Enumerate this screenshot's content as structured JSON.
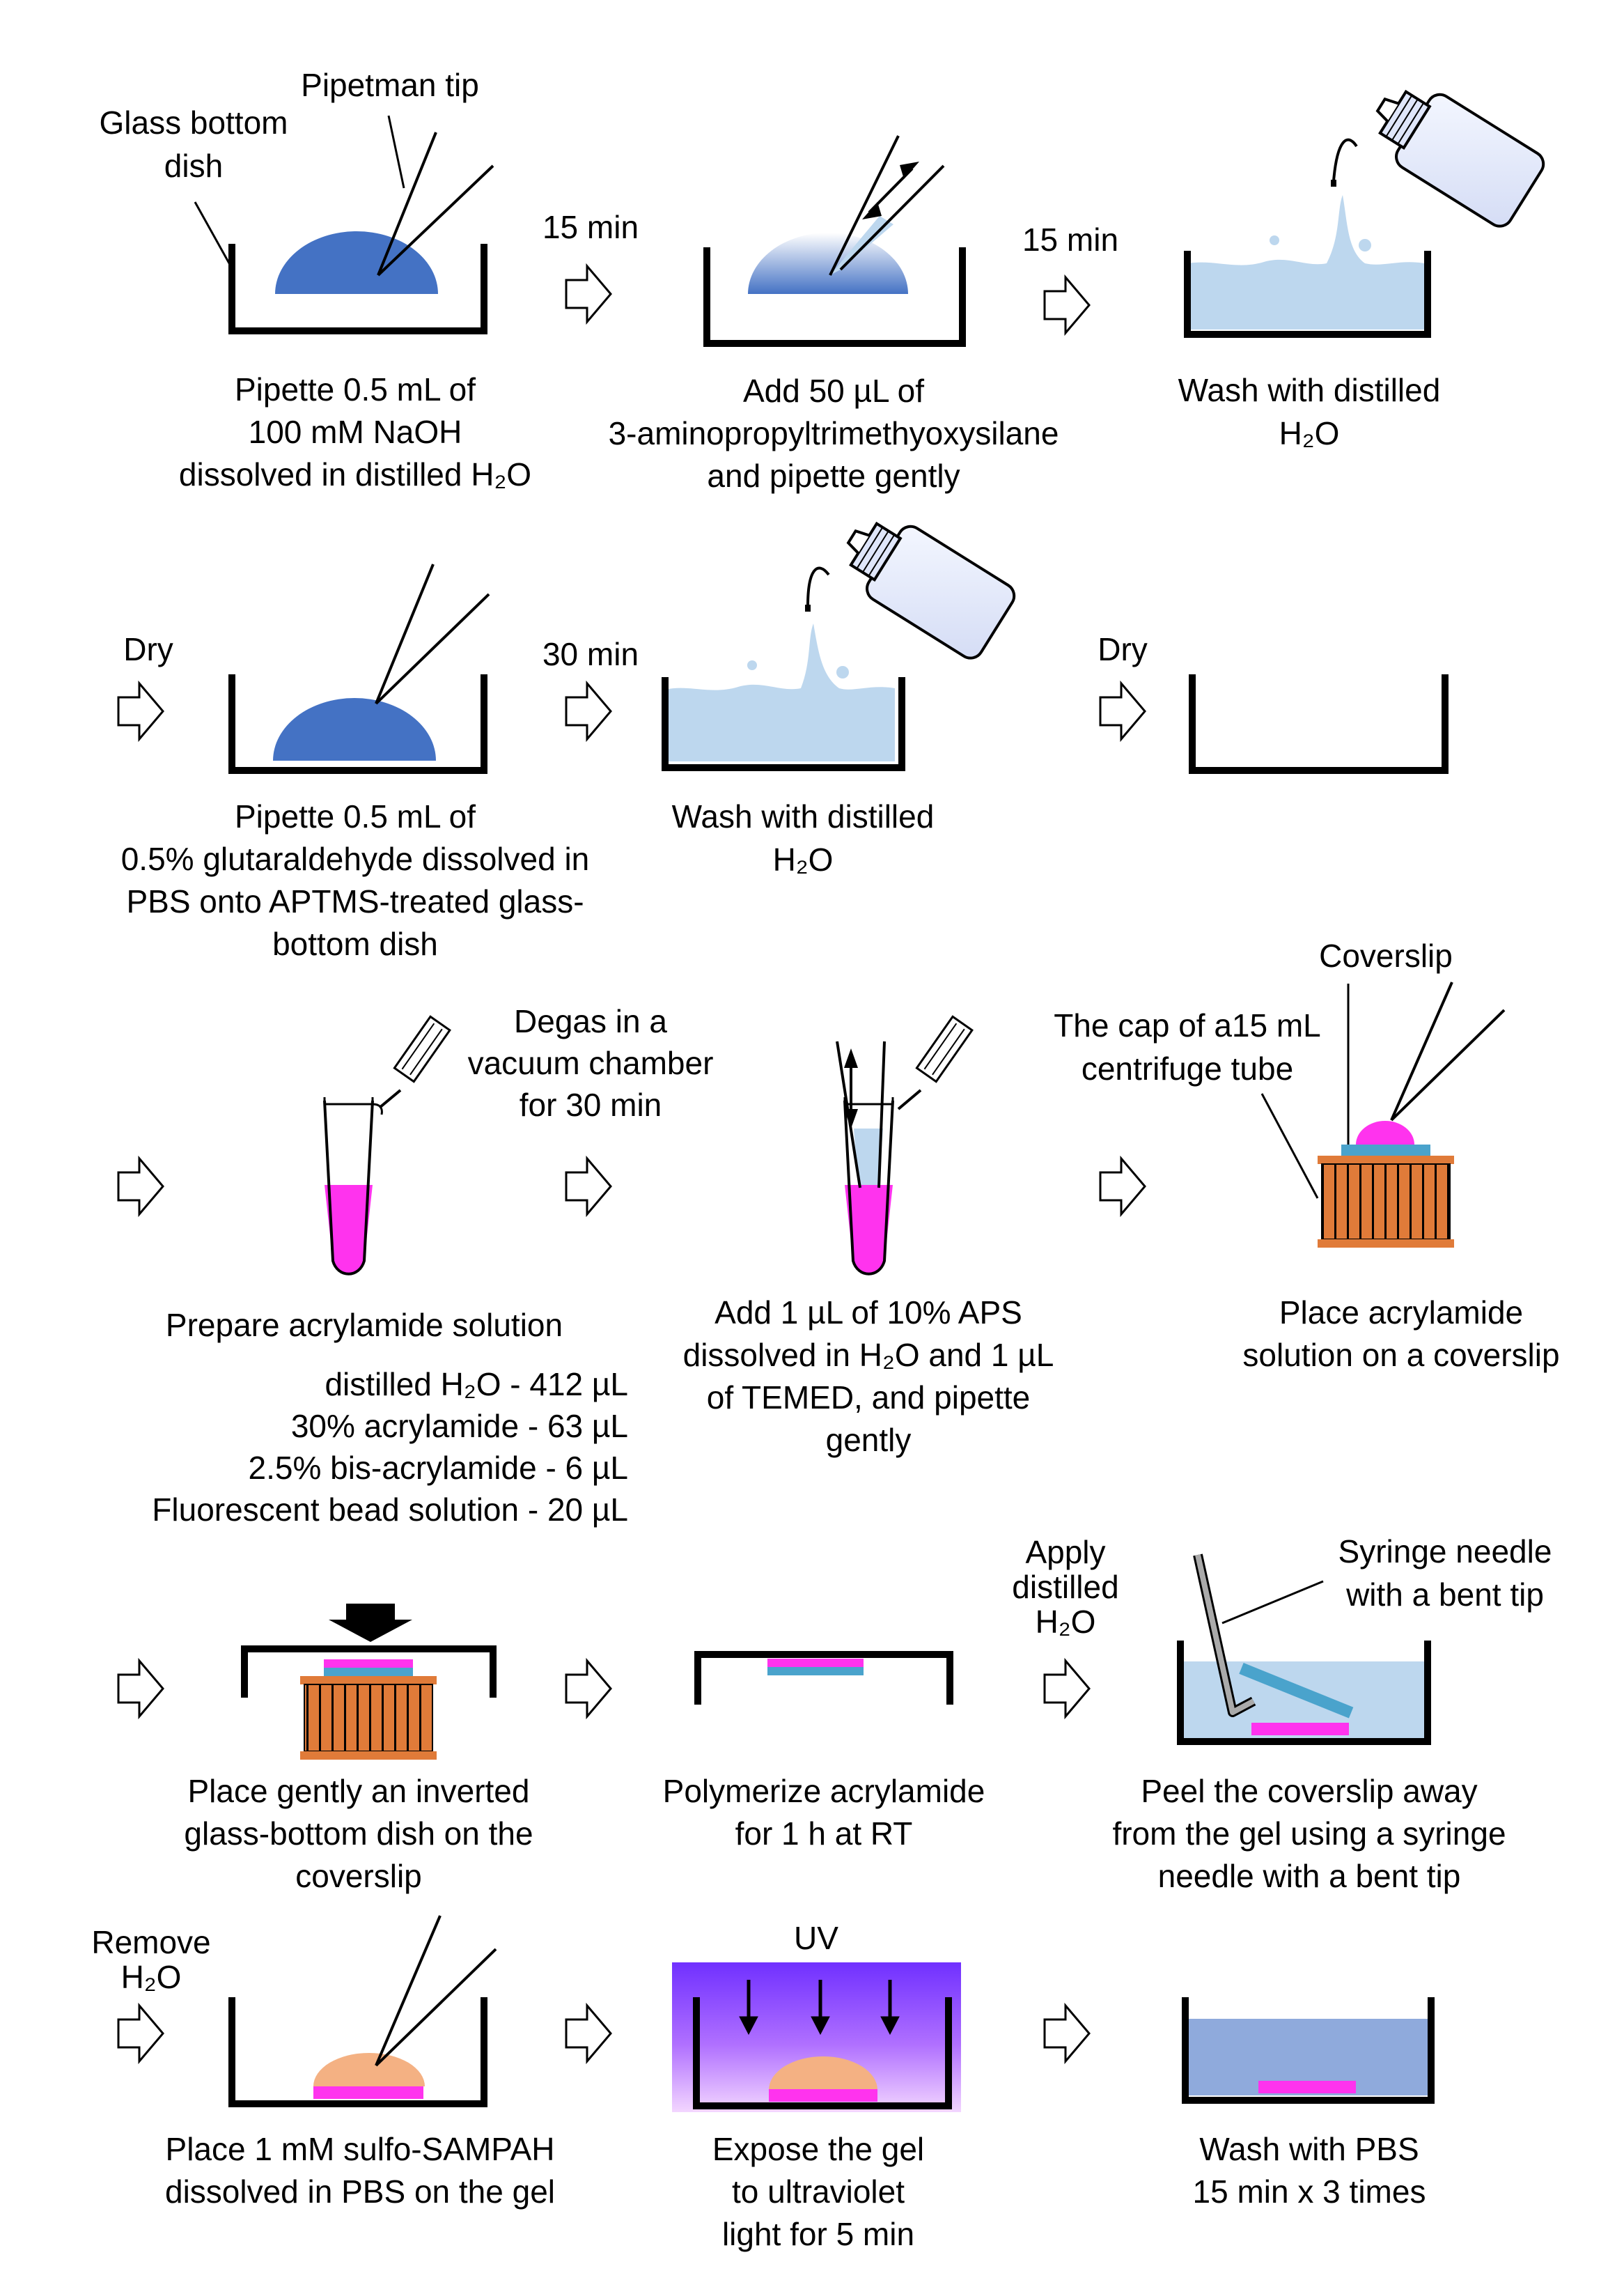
{
  "captions": {
    "step1": [
      "Pipette 0.5 mL of",
      "100 mM NaOH",
      "dissolved in distilled H₂O"
    ],
    "step2": [
      "Add 50 µL of",
      "3-aminopropyltrimethyoxysilane",
      "and pipette gently"
    ],
    "step3": [
      "Wash with distilled",
      "H₂O"
    ],
    "step4": [
      "Pipette 0.5 mL of",
      "0.5% glutaraldehyde dissolved in",
      "PBS onto APTMS-treated glass-",
      "bottom dish"
    ],
    "step5": [
      "Wash with distilled",
      "H₂O"
    ],
    "step7": [
      "Prepare acrylamide solution"
    ],
    "step7_list": [
      "distilled H₂O - 412 µL",
      "30% acrylamide - 63 µL",
      "2.5% bis-acrylamide - 6 µL",
      "Fluorescent bead solution - 20 µL"
    ],
    "step8": [
      "Add 1 µL of 10% APS",
      "dissolved in H₂O and 1 µL",
      "of TEMED, and pipette",
      "gently"
    ],
    "step9": [
      "Place acrylamide",
      "solution on a coverslip"
    ],
    "step10": [
      "Place gently an inverted",
      "glass-bottom dish on the",
      "coverslip"
    ],
    "step11": [
      "Polymerize acrylamide",
      "for 1 h at RT"
    ],
    "step12": [
      "Peel the coverslip away",
      "from the gel using a syringe",
      "needle with a bent tip"
    ],
    "step13": [
      "Place 1 mM sulfo-SAMPAH",
      "dissolved in PBS on the gel"
    ],
    "step14": [
      "Expose the gel",
      "to ultraviolet",
      "light for 5 min"
    ],
    "step15": [
      "Wash with PBS",
      "15 min x 3 times"
    ]
  },
  "arrow_labels": {
    "a1": [
      "15 min"
    ],
    "a2": [
      "15 min"
    ],
    "a3": [
      "Dry"
    ],
    "a4": [
      "30 min"
    ],
    "a5": [
      "Dry"
    ],
    "a7": [
      "Degas in a",
      "vacuum chamber",
      "for 30 min"
    ],
    "a10": [
      "Apply",
      "distilled",
      "H₂O"
    ],
    "a12": [
      "Remove",
      "H₂O"
    ]
  },
  "callouts": {
    "glass_bottom_dish": [
      "Glass bottom",
      "dish"
    ],
    "pipetman_tip": [
      "Pipetman tip"
    ],
    "coverslip": [
      "Coverslip"
    ],
    "tube_cap": [
      "The cap of a15 mL",
      "centrifuge tube"
    ],
    "syringe_needle": [
      "Syringe needle",
      "with a bent tip"
    ],
    "uv": [
      "UV"
    ]
  },
  "colors": {
    "naoh": "#4472c4",
    "water": "#bdd7ee",
    "pbs": "#8faadc",
    "acrylamide": "#ff33ee",
    "coverslip": "#4aa3cc",
    "cap": "#e07b39",
    "sampah": "#f4b183",
    "uv_top": "#7030ff",
    "uv_bottom": "#f3d6ff",
    "outline": "#000000"
  }
}
